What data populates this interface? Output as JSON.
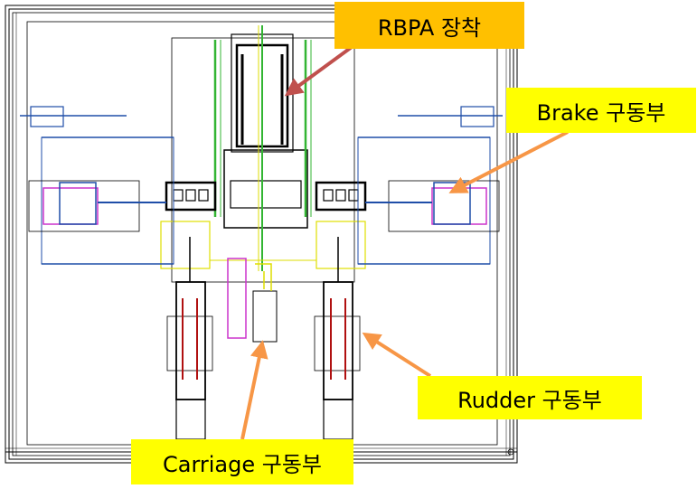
{
  "callouts": {
    "rbpa": "RBPA 장착",
    "brake": "Brake 구동부",
    "rudder": "Rudder 구동부",
    "carriage": "Carriage 구동부"
  },
  "colors": {
    "callout_yellow": "#ffff00",
    "callout_orange": "#ffc000",
    "arrow_red": "#c0504d",
    "arrow_orange": "#f79646",
    "line_blue": "#1f4ea8",
    "line_magenta": "#cc33cc",
    "line_green": "#33b533",
    "line_yellow": "#dede00",
    "line_red": "#b01010",
    "line_black": "#000000"
  }
}
